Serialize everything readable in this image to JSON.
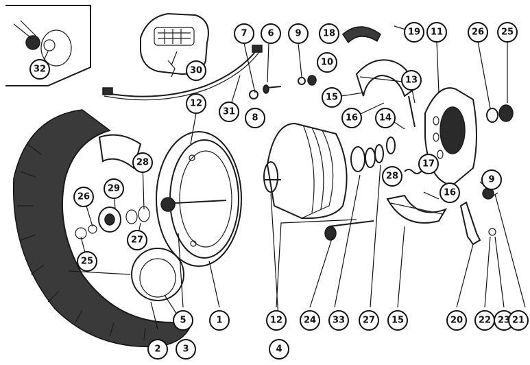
{
  "labels": [
    {
      "id": "label-1",
      "text": "1"
    },
    {
      "id": "label-2",
      "text": "2"
    },
    {
      "id": "label-3",
      "text": "3"
    },
    {
      "id": "label-4",
      "text": "4"
    },
    {
      "id": "label-5",
      "text": "5"
    },
    {
      "id": "label-6",
      "text": "6"
    },
    {
      "id": "label-7",
      "text": "7"
    },
    {
      "id": "label-8",
      "text": "8"
    },
    {
      "id": "label-9a",
      "text": "9"
    },
    {
      "id": "label-9b",
      "text": "9"
    },
    {
      "id": "label-10",
      "text": "10"
    },
    {
      "id": "label-11",
      "text": "11"
    },
    {
      "id": "label-12a",
      "text": "12"
    },
    {
      "id": "label-12b",
      "text": "12"
    },
    {
      "id": "label-13",
      "text": "13"
    },
    {
      "id": "label-14",
      "text": "14"
    },
    {
      "id": "label-15a",
      "text": "15"
    },
    {
      "id": "label-15b",
      "text": "15"
    },
    {
      "id": "label-16a",
      "text": "16"
    },
    {
      "id": "label-16b",
      "text": "16"
    },
    {
      "id": "label-17",
      "text": "17"
    },
    {
      "id": "label-18",
      "text": "18"
    },
    {
      "id": "label-19",
      "text": "19"
    },
    {
      "id": "label-20",
      "text": "20"
    },
    {
      "id": "label-21",
      "text": "21"
    },
    {
      "id": "label-22",
      "text": "22"
    },
    {
      "id": "label-23",
      "text": "23"
    },
    {
      "id": "label-24",
      "text": "24"
    },
    {
      "id": "label-25a",
      "text": "25"
    },
    {
      "id": "label-25b",
      "text": "25"
    },
    {
      "id": "label-26a",
      "text": "26"
    },
    {
      "id": "label-26b",
      "text": "26"
    },
    {
      "id": "label-27a",
      "text": "27"
    },
    {
      "id": "label-27b",
      "text": "27"
    },
    {
      "id": "label-28a",
      "text": "28"
    },
    {
      "id": "label-28b",
      "text": "28"
    },
    {
      "id": "label-29",
      "text": "29"
    },
    {
      "id": "label-30",
      "text": "30"
    },
    {
      "id": "label-31",
      "text": "31"
    },
    {
      "id": "label-32",
      "text": "32"
    },
    {
      "id": "label-33",
      "text": "33"
    }
  ]
}
